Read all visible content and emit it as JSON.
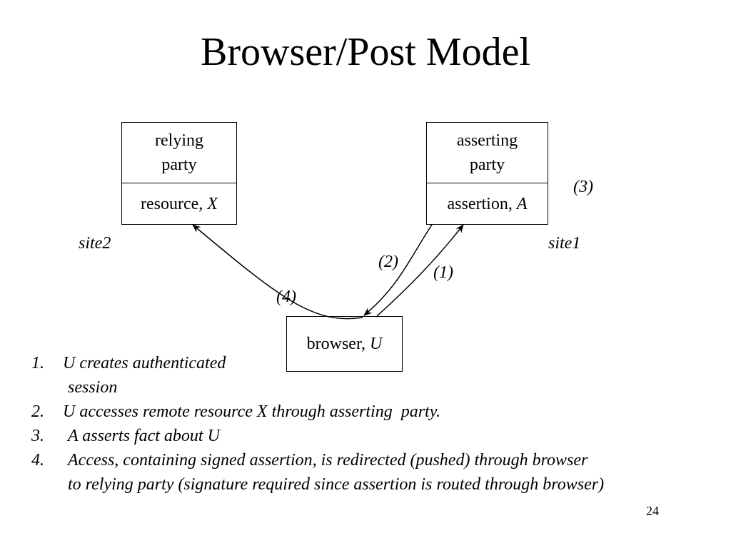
{
  "title": "Browser/Post Model",
  "nodes": {
    "relying_party": {
      "top_line1": "relying",
      "top_line2": "party",
      "bottom_text": "resource, ",
      "bottom_var": "X"
    },
    "asserting_party": {
      "top_line1": "asserting",
      "top_line2": "party",
      "bottom_text": "assertion, ",
      "bottom_var": "A"
    },
    "browser": {
      "text": "browser, ",
      "var": "U"
    }
  },
  "labels": {
    "site1": "site1",
    "site2": "site2",
    "step1": "(1)",
    "step2": "(2)",
    "step3": "(3)",
    "step4": "(4)"
  },
  "notes": [
    {
      "num": "1.",
      "lines": [
        "U creates authenticated",
        "session"
      ]
    },
    {
      "num": "2.",
      "lines": [
        "U accesses remote resource X through asserting  party."
      ]
    },
    {
      "num": "3.",
      "lines": [
        "A asserts fact about U"
      ]
    },
    {
      "num": "4.",
      "lines": [
        "Access, containing signed assertion, is redirected (pushed) through browser",
        "to relying party (signature required since assertion is routed through browser)"
      ]
    }
  ],
  "page_number": "24"
}
